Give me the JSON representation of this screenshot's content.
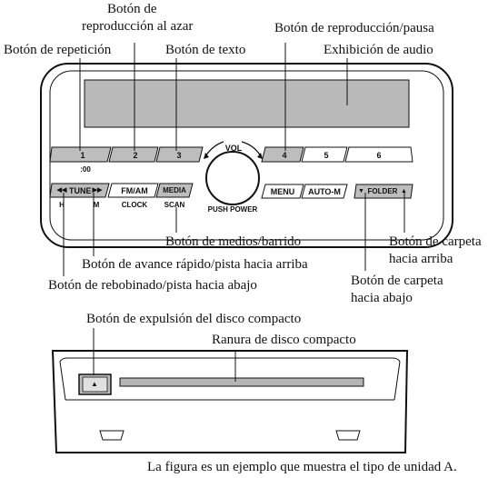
{
  "labels": {
    "random_top": "Botón de",
    "random_bottom": "reproducción al azar",
    "repeat": "Botón de repetición",
    "text": "Botón de texto",
    "play_pause": "Botón de reproducción/pausa",
    "audio_display": "Exhibición de audio",
    "media_scan": "Botón de medios/barrido",
    "fast_forward": "Botón de avance rápido/pista hacia arriba",
    "rewind": "Botón de rebobinado/pista hacia abajo",
    "folder_up_top": "Botón de carpeta",
    "folder_up_bottom": "hacia arriba",
    "folder_down_top": "Botón de carpeta",
    "folder_down_bottom": "hacia abajo",
    "eject": "Botón de expulsión del disco compacto",
    "cd_slot": "Ranura de disco compacto",
    "caption": "La figura es un ejemplo que muestra el tipo de unidad A."
  },
  "panel": {
    "preset_1": "1",
    "preset_2": "2",
    "preset_3": "3",
    "preset_4": "4",
    "preset_5": "5",
    "preset_6": "6",
    "colon_00": ":00",
    "vol": "VOL",
    "tune": "TUNE",
    "tune_left": "◀◀",
    "tune_right": "▶▶",
    "h": "H",
    "m": "M",
    "fm_am": "FM/AM",
    "clock": "CLOCK",
    "media": "MEDIA",
    "scan": "SCAN",
    "push_power": "PUSH POWER",
    "menu": "MENU",
    "auto_m": "AUTO-M",
    "folder": "FOLDER",
    "folder_down_arrow": "▼",
    "folder_up_arrow": "▲"
  },
  "cd_unit": {
    "eject_symbol": "▲"
  }
}
